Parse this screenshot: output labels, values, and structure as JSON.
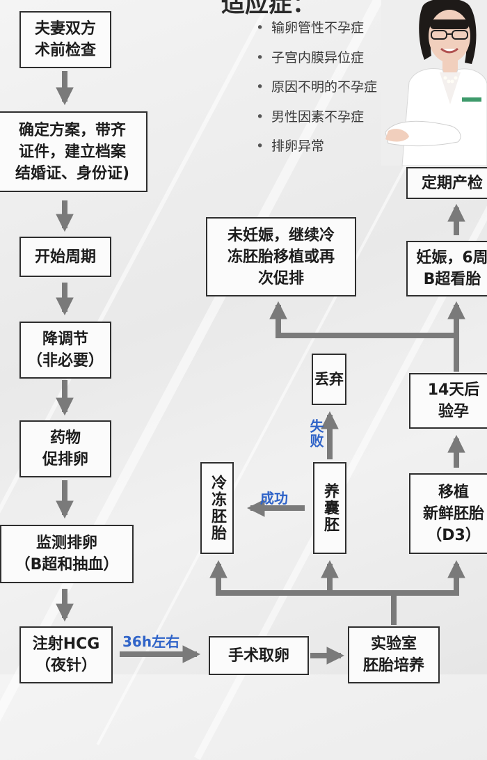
{
  "header": {
    "title": "适应症：",
    "indications": [
      "输卵管性不孕症",
      "子宫内膜异位症",
      "原因不明的不孕症",
      "男性因素不孕症",
      "排卵异常"
    ]
  },
  "flow": {
    "pre_check": "夫妻双方\n术前检查",
    "plan": "确定方案，带齐\n证件，建立档案\n结婚证、身份证)",
    "start_cycle": "开始周期",
    "down_regulation": "降调节\n（非必要）",
    "ovulation_drug": "药物\n促排卵",
    "monitor": "监测排卵\n（B超和抽血）",
    "hcg": "注射HCG\n（夜针）",
    "label_36h": "36h左右",
    "retrieval": "手术取卵",
    "lab_culture": "实验室\n胚胎培养",
    "freeze": "冷冻胚胎",
    "blastocyst": "养囊胚",
    "label_success": "成功",
    "label_fail": "失败",
    "discard": "丢弃",
    "transfer_fresh": "移植\n新鲜胚胎\n（D3）",
    "pregnancy_test": "14天后\n验孕",
    "not_pregnant": "未妊娠，继续冷\n冻胚胎移植或再\n次促排",
    "pregnant": "妊娠，6周\nB超看胎",
    "prenatal": "定期产检"
  },
  "colors": {
    "arrow": "#7a7a7a",
    "label_blue": "#2f63c8",
    "border": "#2e2e2e"
  }
}
